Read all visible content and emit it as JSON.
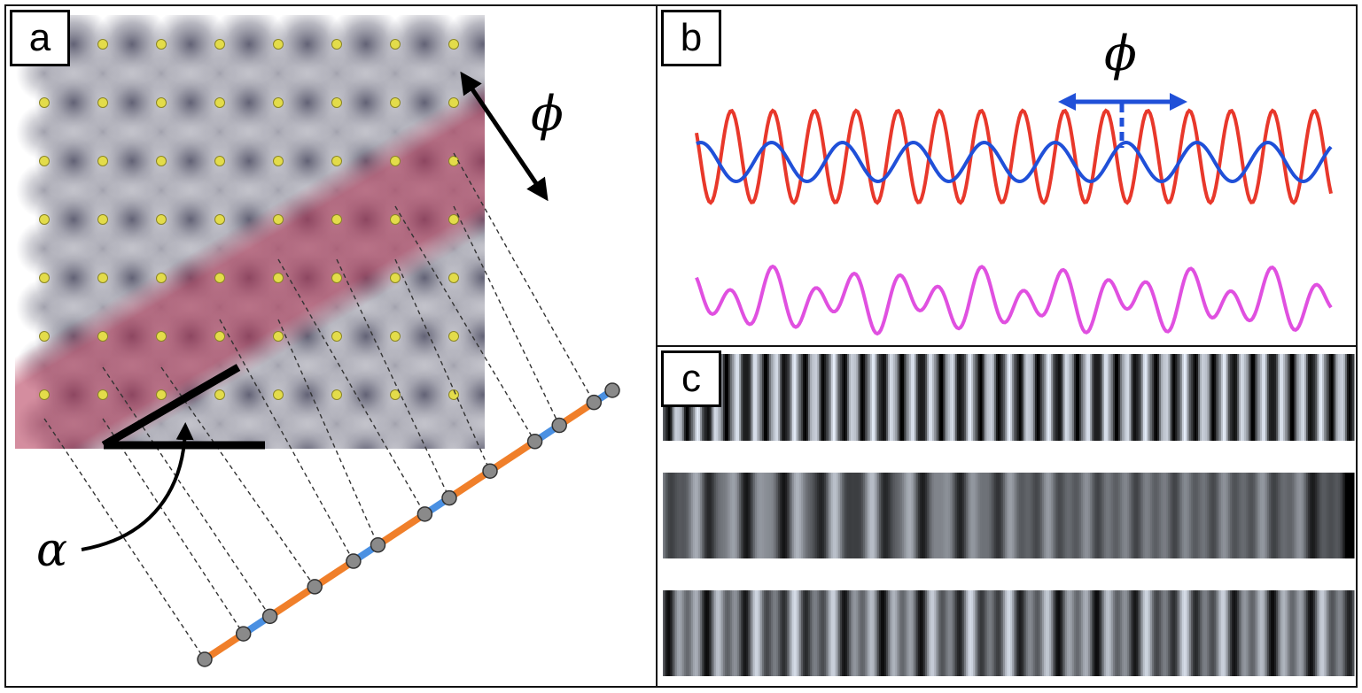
{
  "panels": {
    "a": {
      "label": "a",
      "phi_symbol": "ϕ",
      "alpha_symbol": "α"
    },
    "b": {
      "label": "b",
      "phi_symbol": "ϕ"
    },
    "c": {
      "label": "c"
    }
  },
  "colors": {
    "lattice_atom": "#e3dc4a",
    "stripe": "#b03050",
    "red_wave": "#e8382b",
    "blue_wave": "#2050d8",
    "magenta_wave": "#e050e0",
    "projection_orange": "#f07f2a",
    "projection_blue": "#4a90e2",
    "projection_node": "#8a8a8a"
  }
}
